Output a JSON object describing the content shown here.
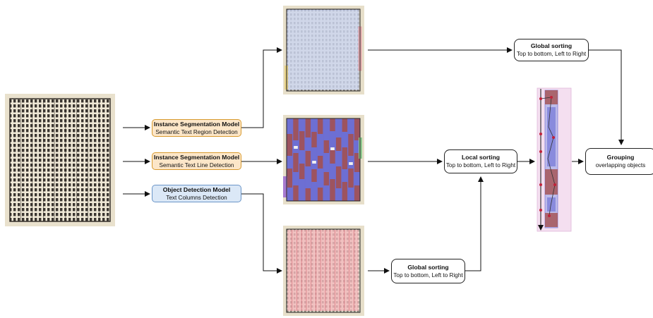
{
  "diagram": {
    "models": [
      {
        "title": "Instance Segmentation Model",
        "subtitle": "Semantic Text Region Detection"
      },
      {
        "title": "Instance Segmentation Model",
        "subtitle": "Semantic Text Line Detection"
      },
      {
        "title": "Object Detection Model",
        "subtitle": "Text Columns Detection"
      }
    ],
    "steps": {
      "global_sorting_top": {
        "title": "Global sorting",
        "subtitle": "Top to bottom, Left to Right"
      },
      "local_sorting": {
        "title": "Local sorting",
        "subtitle": "Top to bottom, Left to Right"
      },
      "global_sorting_bottom": {
        "title": "Global sorting",
        "subtitle": "Top to bottom, Left to Right"
      },
      "grouping": {
        "title": "Grouping",
        "subtitle": "overlapping objects"
      }
    },
    "images": {
      "source_page": "source-manuscript-page",
      "region_result": "text-region-detection-result",
      "line_result": "text-line-detection-result",
      "column_result": "text-column-detection-result",
      "grouping_strip": "column-grouping-illustration"
    },
    "colors": {
      "model_fill": "#fce6c8",
      "model_border": "#d89a2e",
      "object_model_fill": "#dbe8f7",
      "object_model_border": "#6a95c8",
      "region_mask": "#c9d4f0",
      "line_mask_blue": "#6d6fd3",
      "line_mask_red": "#a4504f",
      "column_mask": "#f2b3b8"
    }
  }
}
